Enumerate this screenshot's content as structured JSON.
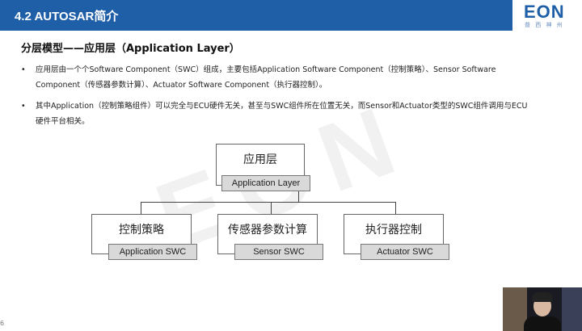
{
  "header": {
    "title": "4.2 AUTOSAR简介",
    "logo_text": "EON",
    "logo_sub": "普 西 神 州"
  },
  "section_title": "分层模型——应用层（Application Layer）",
  "bullets": [
    {
      "marker": "•",
      "text": "应用层由一个个Software Component（SWC）组成，主要包括Application Software Component（控制策略）、Sensor Software Component（传感器参数计算）、Actuator Software Component（执行器控制）。"
    },
    {
      "marker": "•",
      "text": "其中Application（控制策略组件）可以完全与ECU硬件无关，甚至与SWC组件所在位置无关，而Sensor和Actuator类型的SWC组件调用与ECU硬件平台相关。"
    }
  ],
  "diagram": {
    "root": {
      "label": "应用层",
      "tag": "Application Layer"
    },
    "children": [
      {
        "label": "控制策略",
        "tag": "Application SWC"
      },
      {
        "label": "传感器参数计算",
        "tag": "Sensor SWC"
      },
      {
        "label": "执行器控制",
        "tag": "Actuator SWC"
      }
    ]
  },
  "watermark": "EON",
  "page_number": "6"
}
